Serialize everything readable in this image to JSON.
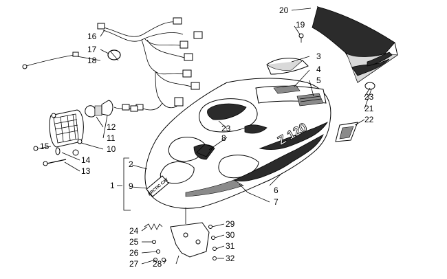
{
  "callouts": {
    "c1": "1",
    "c2": "2",
    "c3": "3",
    "c4": "4",
    "c5": "5",
    "c6": "6",
    "c7": "7",
    "c8": "8",
    "c9": "9",
    "c10": "10",
    "c11": "11",
    "c12": "12",
    "c13": "13",
    "c14": "14",
    "c15": "15",
    "c16": "16",
    "c17": "17",
    "c18": "18",
    "c19": "19",
    "c20": "20",
    "c21": "21",
    "c22": "22",
    "c23a": "23",
    "c23b": "23",
    "c24": "24",
    "c25": "25",
    "c26": "26",
    "c27": "27",
    "c28": "28",
    "c29": "29",
    "c30": "30",
    "c31": "31",
    "c32": "32"
  },
  "decals": {
    "brand": "ARCTIC CAT",
    "model": "Z 120"
  }
}
